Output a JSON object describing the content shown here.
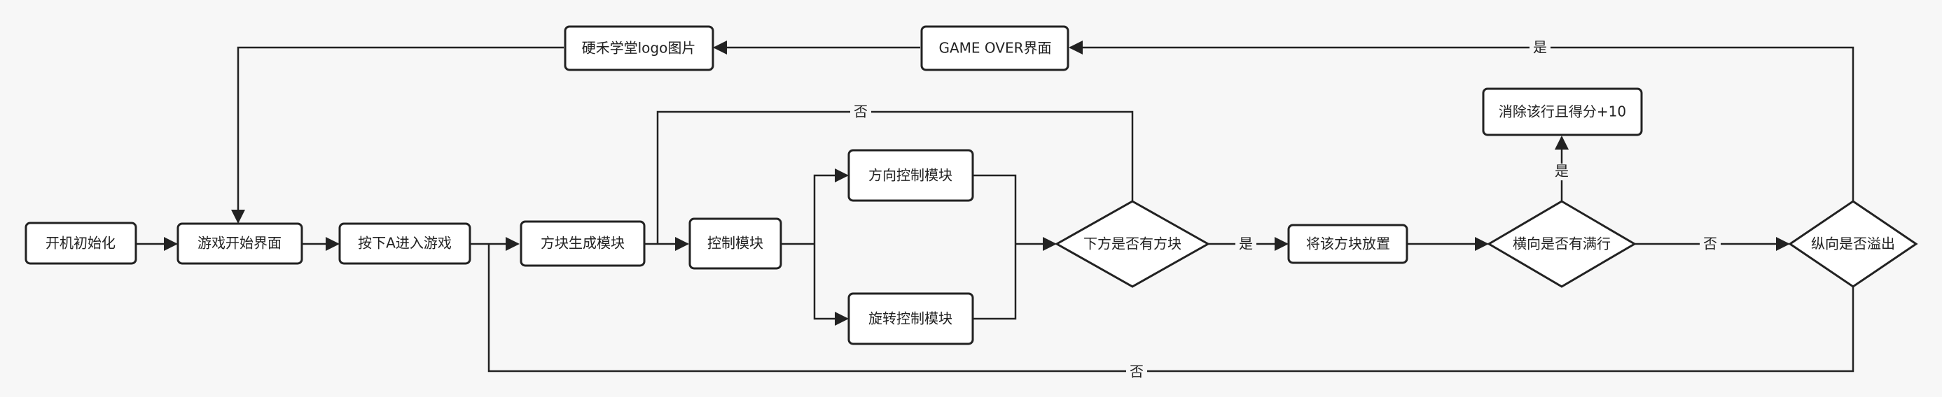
{
  "nodes": {
    "power_on_init": "开机初始化",
    "game_start_screen": "游戏开始界面",
    "press_a_enter": "按下A进入游戏",
    "block_generate": "方块生成模块",
    "control_module": "控制模块",
    "direction_control": "方向控制模块",
    "rotation_control": "旋转控制模块",
    "block_below": "下方是否有方块",
    "place_block": "将该方块放置",
    "row_full": "横向是否有满行",
    "clear_row_score": "消除该行且得分+10",
    "vertical_overflow": "纵向是否溢出",
    "game_over_screen": "GAME OVER界面",
    "logo_image": "硬禾学堂logo图片"
  },
  "edge_labels": {
    "no_below_loop": "否",
    "yes_place": "是",
    "yes_clear": "是",
    "no_row_full": "否",
    "yes_overflow": "是",
    "no_overflow": "否"
  }
}
